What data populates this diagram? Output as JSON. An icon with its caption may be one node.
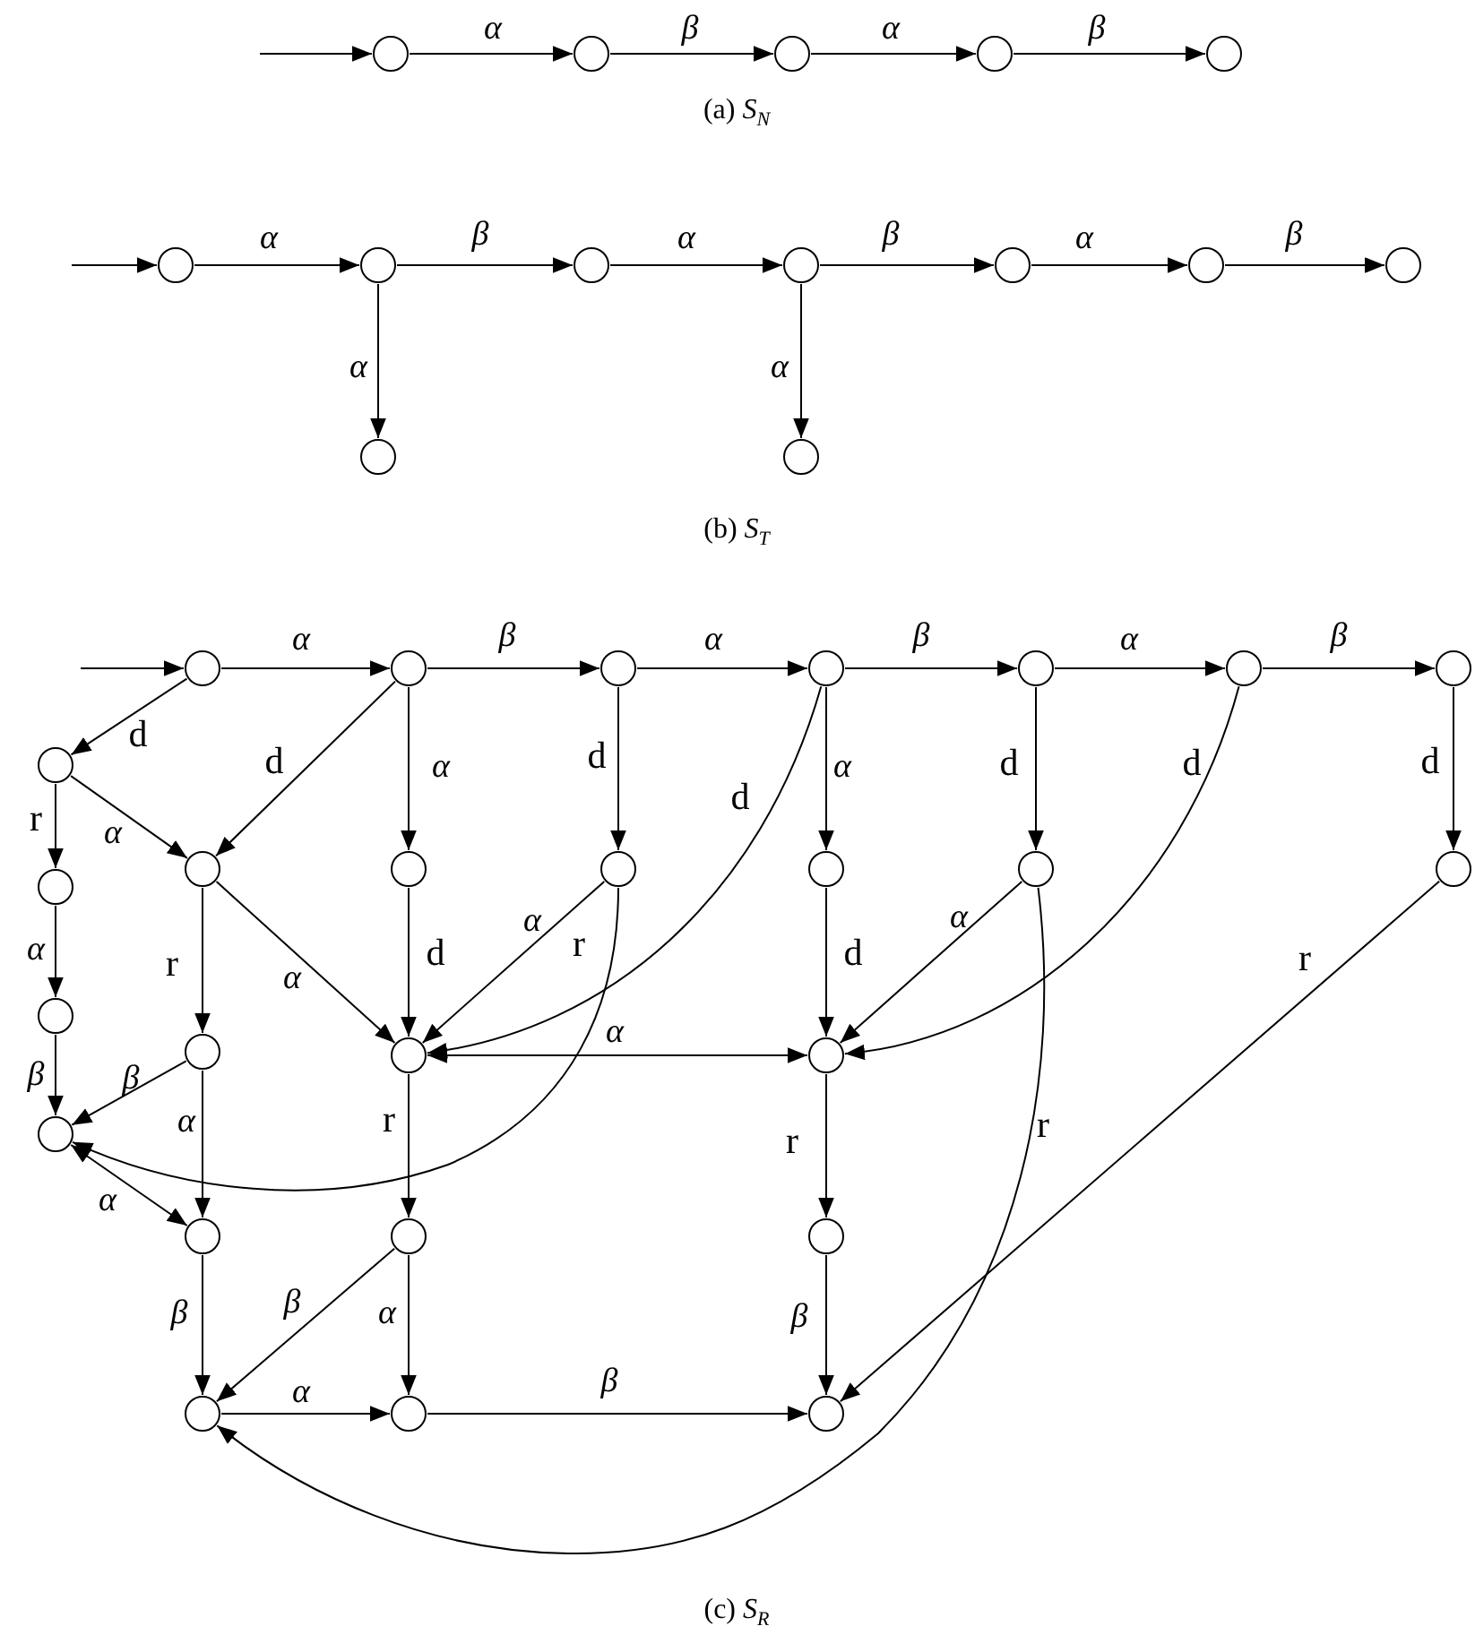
{
  "diagram": {
    "nodes": [
      {
        "text": [],
        "shape": "circle"
      },
      {
        "text": [],
        "shape": "circle"
      },
      {
        "text": [],
        "shape": "circle"
      },
      {
        "text": [],
        "shape": "circle"
      },
      {
        "text": [],
        "shape": "circle"
      },
      {
        "text": [],
        "shape": "circle"
      },
      {
        "text": [],
        "shape": "circle"
      },
      {
        "text": [],
        "shape": "circle"
      },
      {
        "text": [],
        "shape": "circle"
      },
      {
        "text": [],
        "shape": "circle"
      },
      {
        "text": [],
        "shape": "circle"
      },
      {
        "text": [],
        "shape": "circle"
      },
      {
        "text": [],
        "shape": "circle"
      },
      {
        "text": [],
        "shape": "circle"
      },
      {
        "text": [],
        "shape": "circle"
      },
      {
        "text": [],
        "shape": "circle"
      },
      {
        "text": [],
        "shape": "circle"
      },
      {
        "text": [],
        "shape": "circle"
      },
      {
        "text": [],
        "shape": "circle"
      },
      {
        "text": [],
        "shape": "circle"
      },
      {
        "text": [],
        "shape": "circle"
      },
      {
        "text": [],
        "shape": "circle"
      },
      {
        "text": [],
        "shape": "circle"
      },
      {
        "text": [],
        "shape": "circle"
      },
      {
        "text": [],
        "shape": "circle"
      },
      {
        "text": [],
        "shape": "circle"
      },
      {
        "text": [],
        "shape": "circle"
      },
      {
        "text": [],
        "shape": "circle"
      },
      {
        "text": [],
        "shape": "circle"
      },
      {
        "text": [],
        "shape": "circle"
      },
      {
        "text": [],
        "shape": "circle"
      },
      {
        "text": [],
        "shape": "circle"
      },
      {
        "text": [],
        "shape": "circle"
      },
      {
        "text": [],
        "shape": "circle"
      },
      {
        "text": [],
        "shape": "circle"
      },
      {
        "text": [],
        "shape": "circle"
      },
      {
        "text": [],
        "shape": "circle"
      },
      {
        "text": [],
        "shape": "circle"
      },
      {
        "text": [],
        "shape": "circle"
      },
      {
        "text": [],
        "shape": "circle"
      }
    ],
    "edges": [
      {
        "from": null,
        "to": 0,
        "arrow": "to"
      },
      {
        "from": 0,
        "to": 1,
        "arrow": "to",
        "label": "α"
      },
      {
        "from": 1,
        "to": 2,
        "arrow": "to",
        "label": "β"
      },
      {
        "from": 2,
        "to": 3,
        "arrow": "to",
        "label": "α"
      },
      {
        "from": 3,
        "to": 4,
        "arrow": "to",
        "label": "β"
      },
      {
        "from": null,
        "to": 5,
        "arrow": "to"
      },
      {
        "from": 5,
        "to": 6,
        "arrow": "to",
        "label": "α"
      },
      {
        "from": 6,
        "to": 7,
        "arrow": "to",
        "label": "β"
      },
      {
        "from": 7,
        "to": 8,
        "arrow": "to",
        "label": "α"
      },
      {
        "from": 8,
        "to": 9,
        "arrow": "to",
        "label": "β"
      },
      {
        "from": 9,
        "to": 10,
        "arrow": "to",
        "label": "α"
      },
      {
        "from": 10,
        "to": 11,
        "arrow": "to",
        "label": "β"
      },
      {
        "from": 6,
        "to": 12,
        "arrow": "to",
        "label": "α"
      },
      {
        "from": 8,
        "to": 13,
        "arrow": "to",
        "label": "α"
      },
      {
        "from": null,
        "to": 14,
        "arrow": "to"
      },
      {
        "from": 14,
        "to": 15,
        "arrow": "to",
        "label": "α"
      },
      {
        "from": 15,
        "to": 16,
        "arrow": "to",
        "label": "β"
      },
      {
        "from": 16,
        "to": 17,
        "arrow": "to",
        "label": "α"
      },
      {
        "from": 17,
        "to": 18,
        "arrow": "to",
        "label": "β"
      },
      {
        "from": 18,
        "to": 19,
        "arrow": "to",
        "label": "α"
      },
      {
        "from": 19,
        "to": 20,
        "arrow": "to",
        "label": "β"
      },
      {
        "from": 14,
        "to": 21,
        "arrow": "to",
        "label": "d"
      },
      {
        "from": 15,
        "to": 23,
        "arrow": "to",
        "label": "d"
      },
      {
        "from": 21,
        "to": 23,
        "arrow": "to",
        "label": "α"
      },
      {
        "from": 21,
        "to": 22,
        "arrow": "to",
        "label": "r"
      },
      {
        "from": 22,
        "to": 29,
        "arrow": "to",
        "label": "α"
      },
      {
        "from": 29,
        "to": 33,
        "arrow": "to",
        "label": "β"
      },
      {
        "from": 15,
        "to": 24,
        "arrow": "to",
        "label": "α"
      },
      {
        "from": 24,
        "to": 31,
        "arrow": "to",
        "label": "d"
      },
      {
        "from": 23,
        "to": 31,
        "arrow": "to",
        "label": "α"
      },
      {
        "from": 16,
        "to": 25,
        "arrow": "to",
        "label": "d"
      },
      {
        "from": 25,
        "to": 31,
        "arrow": "to",
        "label": "α"
      },
      {
        "from": 25,
        "to": 33,
        "arrow": "to",
        "label": "r"
      },
      {
        "from": 17,
        "to": 31,
        "arrow": "to",
        "label": "d"
      },
      {
        "from": 17,
        "to": 26,
        "arrow": "to",
        "label": "α"
      },
      {
        "from": 26,
        "to": 32,
        "arrow": "to",
        "label": "d"
      },
      {
        "from": 18,
        "to": 27,
        "arrow": "to",
        "label": "d"
      },
      {
        "from": 27,
        "to": 32,
        "arrow": "to",
        "label": "α"
      },
      {
        "from": 19,
        "to": 32,
        "arrow": "to",
        "label": "d"
      },
      {
        "from": 20,
        "to": 28,
        "arrow": "to",
        "label": "d"
      },
      {
        "from": 28,
        "to": 39,
        "arrow": "to",
        "label": "r"
      },
      {
        "from": 27,
        "to": 37,
        "arrow": "to",
        "label": "r"
      },
      {
        "from": 31,
        "to": 32,
        "arrow": "both",
        "label": "α"
      },
      {
        "from": 23,
        "to": 30,
        "arrow": "to",
        "label": "r"
      },
      {
        "from": 30,
        "to": 33,
        "arrow": "to",
        "label": "β"
      },
      {
        "from": 30,
        "to": 34,
        "arrow": "to",
        "label": "α"
      },
      {
        "from": 33,
        "to": 34,
        "arrow": "both",
        "label": "α"
      },
      {
        "from": 34,
        "to": 37,
        "arrow": "to",
        "label": "β"
      },
      {
        "from": 31,
        "to": 35,
        "arrow": "to",
        "label": "r"
      },
      {
        "from": 35,
        "to": 37,
        "arrow": "to",
        "label": "β"
      },
      {
        "from": 35,
        "to": 38,
        "arrow": "to",
        "label": "α"
      },
      {
        "from": 37,
        "to": 38,
        "arrow": "to",
        "label": "α"
      },
      {
        "from": 38,
        "to": 39,
        "arrow": "to",
        "label": "β"
      },
      {
        "from": 32,
        "to": 36,
        "arrow": "to",
        "label": "r"
      },
      {
        "from": 36,
        "to": 39,
        "arrow": "to",
        "label": "β"
      }
    ],
    "labels": [
      "(a) *S*$_{N}$",
      "(b) *S*$_{T}$",
      "(c) *S*$_{R}$"
    ]
  }
}
